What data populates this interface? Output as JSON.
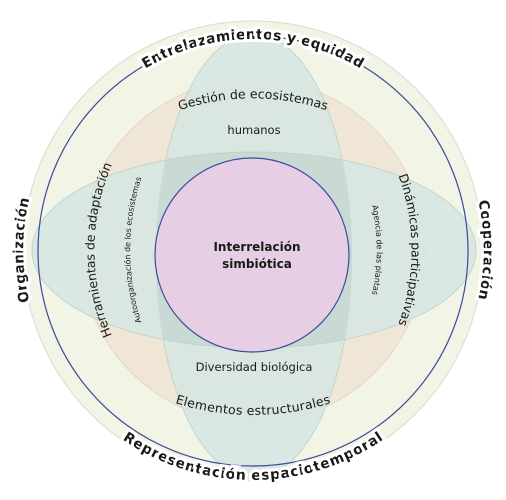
{
  "diagram": {
    "outer_ring": {
      "top": "Entrelazamientos y equidad",
      "bottom": "Representación espaciotemporal",
      "left": "Organización",
      "right": "Cooperación"
    },
    "vertical_ellipse": {
      "top": "Gestión de ecosistemas",
      "bottom": "Elementos estructurales"
    },
    "horizontal_ellipse": {
      "left": "Herramientas de adaptación",
      "right": "Dinámicas participativas"
    },
    "inner_ring": {
      "top": "humanos",
      "bottom": "Diversidad biológica",
      "left": "Autoorganización de los ecosistemas",
      "right": "Agencia de las plantas"
    },
    "core": {
      "line1": "Interrelación",
      "line2": "simbiótica"
    },
    "colors": {
      "outer_fill": "#f2f5e6",
      "tan_fill": "#efe6d5",
      "teal_fill": "#d6e5e2",
      "overlap_fill": "#c7d6cf",
      "core_fill": "#e6cfe4",
      "stroke": "#3b4a9a"
    }
  }
}
